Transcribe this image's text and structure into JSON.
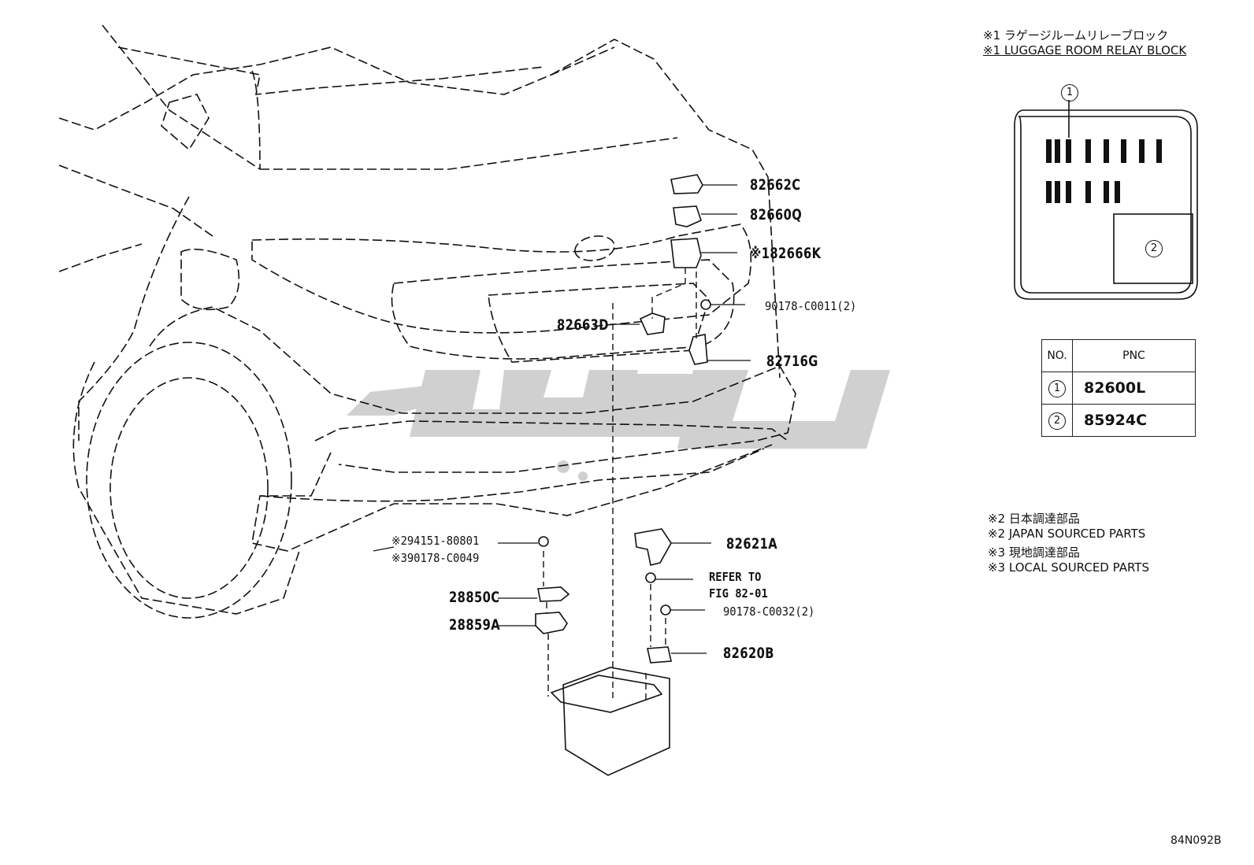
{
  "legend": {
    "line_jp": "※1 ラゲージルームリレーブロック",
    "line_en": "※1 LUGGAGE ROOM RELAY BLOCK"
  },
  "relay_block": {
    "marker_1": "1",
    "marker_2": "2"
  },
  "pnc_table": {
    "header_no": "NO.",
    "header_pnc": "PNC",
    "rows": [
      {
        "no": "1",
        "pnc": "82600L"
      },
      {
        "no": "2",
        "pnc": "85924C"
      }
    ]
  },
  "notes": [
    "※2 日本調達部品",
    "※2 JAPAN SOURCED PARTS",
    "※3 現地調達部品",
    "※3 LOCAL SOURCED PARTS"
  ],
  "callouts": {
    "c82662C": "82662C",
    "c82660Q": "82660Q",
    "c82666K": "※182666K",
    "c90178_0011": "90178-C0011(2)",
    "c82663D": "82663D",
    "c82716G": "82716G",
    "c94151": "※294151-80801",
    "c90178_0049": "※390178-C0049",
    "c28850C": "28850C",
    "c28859A": "28859A",
    "c82621A": "82621A",
    "refer_line1": "REFER TO",
    "refer_line2": "FIG 82-01",
    "c90178_0032": "90178-C0032(2)",
    "c82620B": "82620B"
  },
  "figure_code": "84N092B",
  "colors": {
    "line": "#111111",
    "watermark": "#c9c9c9"
  }
}
